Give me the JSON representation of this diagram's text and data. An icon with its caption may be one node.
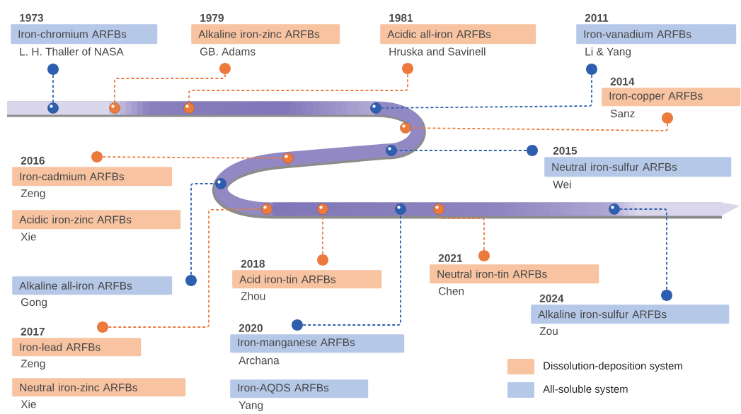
{
  "diagram": {
    "nodes": [
      {
        "text": [
          "1973",
          "Iron-chromium ARFBs"
        ],
        "beside": [
          "L. H. Thaller of NASA"
        ]
      },
      {
        "text": [
          "1979",
          "Alkaline iron-zinc ARFBs"
        ],
        "beside": [
          "GB. Adams"
        ]
      },
      {
        "text": [
          "1981",
          "Acidic all-iron ARFBs"
        ],
        "beside": [
          "Hruska and Savinell"
        ]
      },
      {
        "text": [
          "2011",
          "Iron-vanadium ARFBs"
        ],
        "beside": [
          "Li & Yang"
        ]
      },
      {
        "text": [
          "2014",
          "Iron-copper ARFBs"
        ],
        "beside": [
          "Sanz"
        ]
      },
      {
        "text": [
          "2015",
          "Neutral iron-sulfur ARFBs"
        ],
        "beside": [
          "Wei"
        ]
      },
      {
        "text": [
          "2016",
          "Iron-cadmium ARFBs"
        ],
        "beside": [
          "Zeng"
        ]
      },
      {
        "text": [
          "Acidic iron-zinc ARFBs"
        ],
        "beside": [
          "Xie"
        ]
      },
      {
        "text": [
          "Alkaline all-iron ARFBs"
        ],
        "beside": [
          "Gong"
        ]
      },
      {
        "text": [
          "2017",
          "Iron-lead ARFBs"
        ],
        "beside": [
          "Zeng"
        ]
      },
      {
        "text": [
          "Neutral iron-zinc ARFBs"
        ],
        "beside": [
          "Xie"
        ]
      },
      {
        "text": [
          "2018",
          "Acid iron-tin ARFBs"
        ],
        "beside": [
          "Zhou"
        ]
      },
      {
        "text": [
          "2020",
          "Iron-manganese ARFBs"
        ],
        "beside": [
          "Archana"
        ]
      },
      {
        "text": [
          "Iron-AQDS ARFBs"
        ],
        "beside": [
          "Yang"
        ]
      },
      {
        "text": [
          "2021",
          "Neutral iron-tin ARFBs"
        ],
        "beside": [
          "Chen"
        ]
      },
      {
        "text": [
          "2024",
          "Alkaline iron-sulfur ARFBs"
        ],
        "beside": [
          "Zou"
        ]
      },
      {
        "text": [],
        "shape": "circle"
      },
      {
        "text": [],
        "shape": "circle"
      },
      {
        "text": [],
        "shape": "circle"
      },
      {
        "text": [],
        "shape": "circle"
      },
      {
        "text": [],
        "shape": "circle"
      },
      {
        "text": [],
        "shape": "circle"
      },
      {
        "text": [],
        "shape": "circle"
      },
      {
        "text": [],
        "shape": "circle"
      },
      {
        "text": [],
        "shape": "circle"
      },
      {
        "text": [],
        "shape": "circle"
      },
      {
        "text": [],
        "shape": "circle"
      },
      {
        "text": [],
        "shape": "circle"
      },
      {
        "text": [],
        "shape": "circle"
      },
      {
        "text": [],
        "shape": "circle"
      },
      {
        "text": [],
        "shape": "circle"
      },
      {
        "text": [],
        "shape": "circle"
      },
      {
        "text": [],
        "shape": "circle"
      },
      {
        "text": [],
        "shape": "circle"
      },
      {
        "text": [],
        "shape": "circle"
      },
      {
        "text": [],
        "shape": "circle"
      },
      {
        "text": [],
        "shape": "circle"
      },
      {
        "text": [],
        "shape": "circle"
      },
      {
        "text": [],
        "shape": "circle"
      },
      {
        "text": [],
        "shape": "circle"
      },
      {
        "text": [],
        "shape": "circle"
      },
      {
        "text": [],
        "shape": "circle"
      }
    ],
    "edges": [
      {
        "from": 16,
        "to": 29,
        "arrow": "none",
        "style": "dashed",
        "color": "#2e5fae"
      },
      {
        "from": 17,
        "to": 30,
        "arrow": "none",
        "style": "dashed",
        "color": "#ec7a3c"
      },
      {
        "from": 18,
        "to": 31,
        "arrow": "none",
        "style": "dashed",
        "color": "#ec7a3c"
      },
      {
        "from": 19,
        "to": 32,
        "arrow": "none",
        "style": "dashed",
        "color": "#2e5fae"
      },
      {
        "from": 20,
        "to": 33,
        "arrow": "none",
        "style": "dashed",
        "color": "#ec7a3c"
      },
      {
        "from": 21,
        "to": 34,
        "arrow": "none",
        "style": "dashed",
        "color": "#2e5fae"
      },
      {
        "from": 22,
        "to": 35,
        "arrow": "none",
        "style": "dashed",
        "color": "#ec7a3c"
      },
      {
        "from": 23,
        "to": 36,
        "arrow": "none",
        "style": "dashed",
        "color": "#2e5fae"
      },
      {
        "from": 24,
        "to": 37,
        "arrow": "none",
        "style": "dashed",
        "color": "#ec7a3c"
      },
      {
        "from": 25,
        "to": 38,
        "arrow": "none",
        "style": "dashed",
        "color": "#ec7a3c"
      },
      {
        "from": 26,
        "to": 39,
        "arrow": "none",
        "style": "dashed",
        "color": "#2e5fae"
      },
      {
        "from": 27,
        "to": 40,
        "arrow": "none",
        "style": "dashed",
        "color": "#ec7a3c"
      },
      {
        "from": 28,
        "to": 41,
        "arrow": "none",
        "style": "dashed",
        "color": "#2e5fae"
      }
    ],
    "legend": [
      {
        "text": "Dissolution-deposition system",
        "color": "#f7c3a1"
      },
      {
        "text": "All-soluble system",
        "color": "#b6c8e8"
      }
    ]
  }
}
